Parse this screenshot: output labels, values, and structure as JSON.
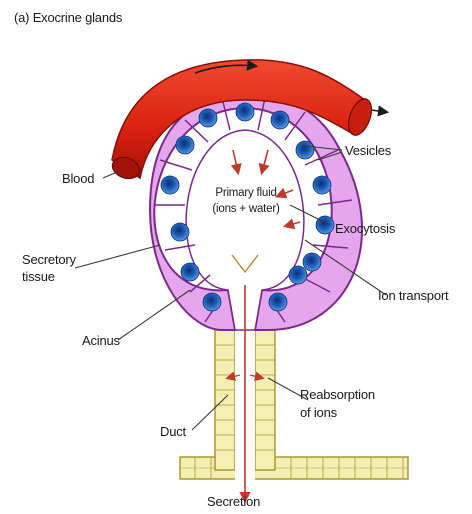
{
  "title": "(a) Exocrine glands",
  "labels": {
    "blood": "Blood",
    "vesicles": "Vesicles",
    "primary_fluid_line1": "Primary fluid",
    "primary_fluid_line2": "(ions + water)",
    "exocytosis": "Exocytosis",
    "secretory_tissue_line1": "Secretory",
    "secretory_tissue_line2": "tissue",
    "ion_transport": "Ion transport",
    "acinus": "Acinus",
    "reabsorption_line1": "Reabsorption",
    "reabsorption_line2": "of ions",
    "duct": "Duct",
    "secretion": "Secretion"
  },
  "colors": {
    "blood_vessel": "#e02a1c",
    "blood_vessel_dark": "#9e1208",
    "secretory_cell": "#e6a6ee",
    "secretory_cell_border": "#7a2a8a",
    "nucleus": "#1f5fb8",
    "nucleus_core": "#0b2f70",
    "duct_cell": "#f4eeb0",
    "duct_border": "#a79a3a",
    "arrow": "#c0392b"
  }
}
